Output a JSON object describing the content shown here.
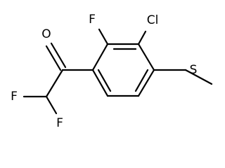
{
  "molecule": {
    "atom_labels": {
      "oxygen": "O",
      "fluorine_ring": "F",
      "chlorine": "Cl",
      "sulfur": "S",
      "fluorine_left": "F",
      "fluorine_bottom": "F"
    }
  }
}
